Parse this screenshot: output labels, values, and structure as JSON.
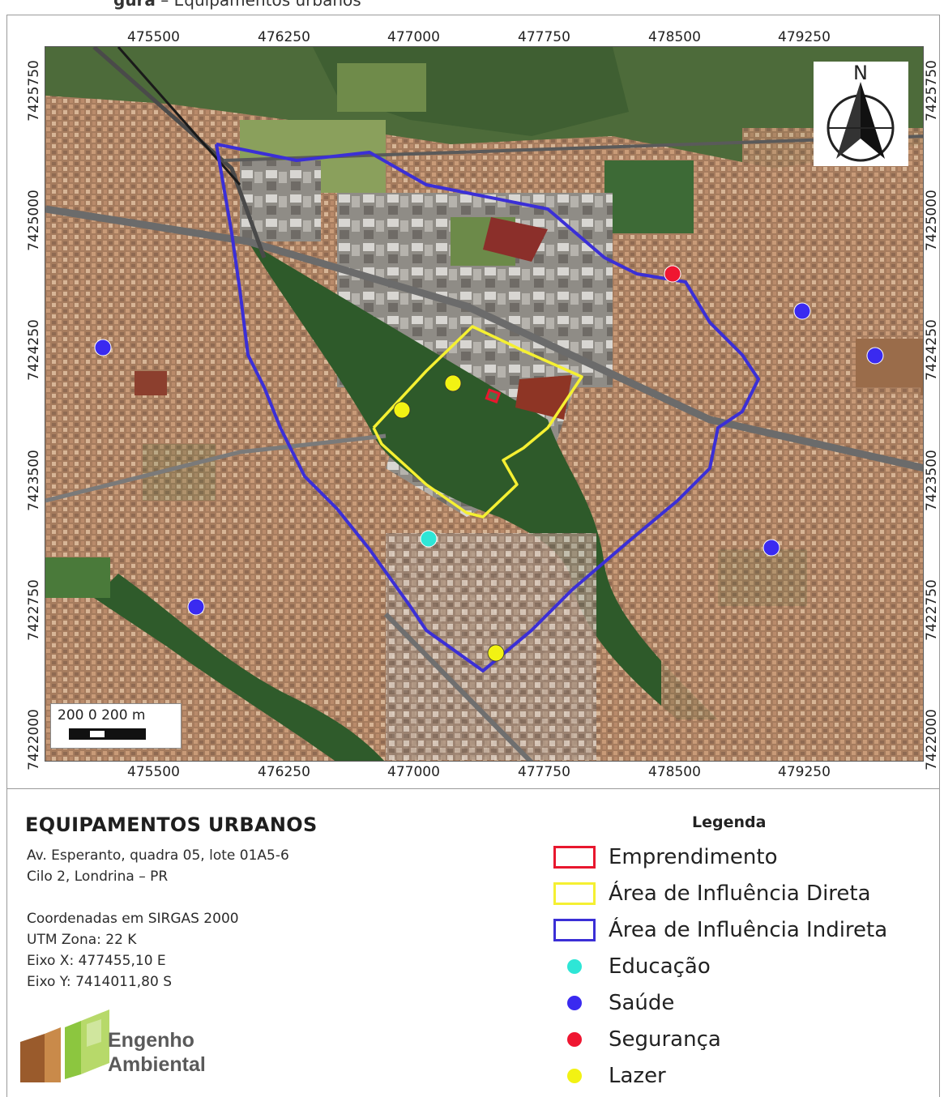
{
  "caption": {
    "prefix": "",
    "bold": "gura",
    "rest": " – Equipamentos urbanos"
  },
  "x_ticks": [
    "475500",
    "476250",
    "477000",
    "477750",
    "478500",
    "479250"
  ],
  "y_ticks": [
    "7425750",
    "7425000",
    "7424250",
    "7423500",
    "7422750",
    "7422000"
  ],
  "scale": {
    "label": "200   0    200 m"
  },
  "north_label": "N",
  "title": "EQUIPAMENTOS URBANOS",
  "address": [
    "Av. Esperanto, quadra 05, lote 01A5-6",
    "Cilo 2, Londrina – PR"
  ],
  "coords": [
    "Coordenadas em SIRGAS 2000",
    "UTM Zona: 22 K",
    "Eixo X: 477455,10 E",
    "Eixo Y: 7414011,80 S"
  ],
  "legend": {
    "title": "Legenda",
    "items": [
      {
        "label": "Emprendimento",
        "kind": "box",
        "color": "#e8172e"
      },
      {
        "label": "Área de Influência Direta",
        "kind": "box",
        "color": "#f5f032"
      },
      {
        "label": "Área de Influência Indireta",
        "kind": "box",
        "color": "#3b2fd6"
      },
      {
        "label": "Educação",
        "kind": "dot",
        "color": "#2ee6d6"
      },
      {
        "label": "Saúde",
        "kind": "dot",
        "color": "#3a2af0"
      },
      {
        "label": "Segurança",
        "kind": "dot",
        "color": "#ef1631"
      },
      {
        "label": "Lazer",
        "kind": "dot",
        "color": "#f2f213"
      }
    ]
  },
  "logo": {
    "line1": "Engenho",
    "line2": "Ambiental"
  },
  "colors": {
    "empreendimento": "#e8172e",
    "aid": "#f5f032",
    "aii": "#3b2fd6",
    "educacao": "#2ee6d6",
    "saude": "#3a2af0",
    "seguranca": "#ef1631",
    "lazer": "#f2f213"
  }
}
